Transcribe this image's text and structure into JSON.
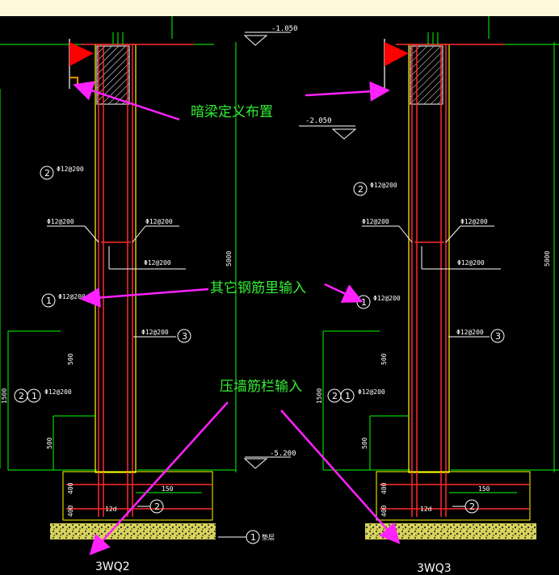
{
  "annotations": {
    "hidden_beam": "暗梁定义布置",
    "other_rebar": "其它钢筋里输入",
    "wall_rebar": "压墙筋栏输入"
  },
  "left": {
    "level_top": "-1.050",
    "level_bottom": "-5.200",
    "bar_main": "Φ12@200",
    "bar_left": "Φ12@200",
    "bar_right": "Φ12@200",
    "bar_mid": "Φ12@200",
    "bar_side": "Φ12@200",
    "bar_base": "Φ12@200",
    "bar_3": "Φ12@200",
    "tag_1": "1",
    "tag_2": "2",
    "tag_3": "3",
    "dim_height": "5000",
    "dim_1": "500",
    "dim_2": "500",
    "dim_3": "1500",
    "dim_4": "150",
    "dim_5": "400",
    "dim_6": "400",
    "dim_7": "12d",
    "tag_label": "垫层",
    "title": "3WQ2"
  },
  "right": {
    "level_mid": "-2.050",
    "bar_main": "Φ12@200",
    "bar_left": "Φ12@200",
    "bar_right": "Φ12@200",
    "bar_mid": "Φ12@200",
    "bar_side": "Φ12@200",
    "bar_base": "Φ12@200",
    "bar_3": "Φ12@200",
    "tag_1": "1",
    "tag_2": "2",
    "tag_3": "3",
    "dim_height": "5000",
    "dim_1": "500",
    "dim_2": "500",
    "dim_3": "1500",
    "dim_4": "150",
    "dim_5": "400",
    "dim_6": "400",
    "dim_7": "12d",
    "title": "3WQ3"
  },
  "colors": {
    "background": "#000000",
    "wall": "#ff2a2a",
    "outline": "#ffff00",
    "dimension": "#00ff00",
    "annotation": "#33ee33",
    "arrow": "#ff22ff",
    "flag": "#ff0000"
  }
}
